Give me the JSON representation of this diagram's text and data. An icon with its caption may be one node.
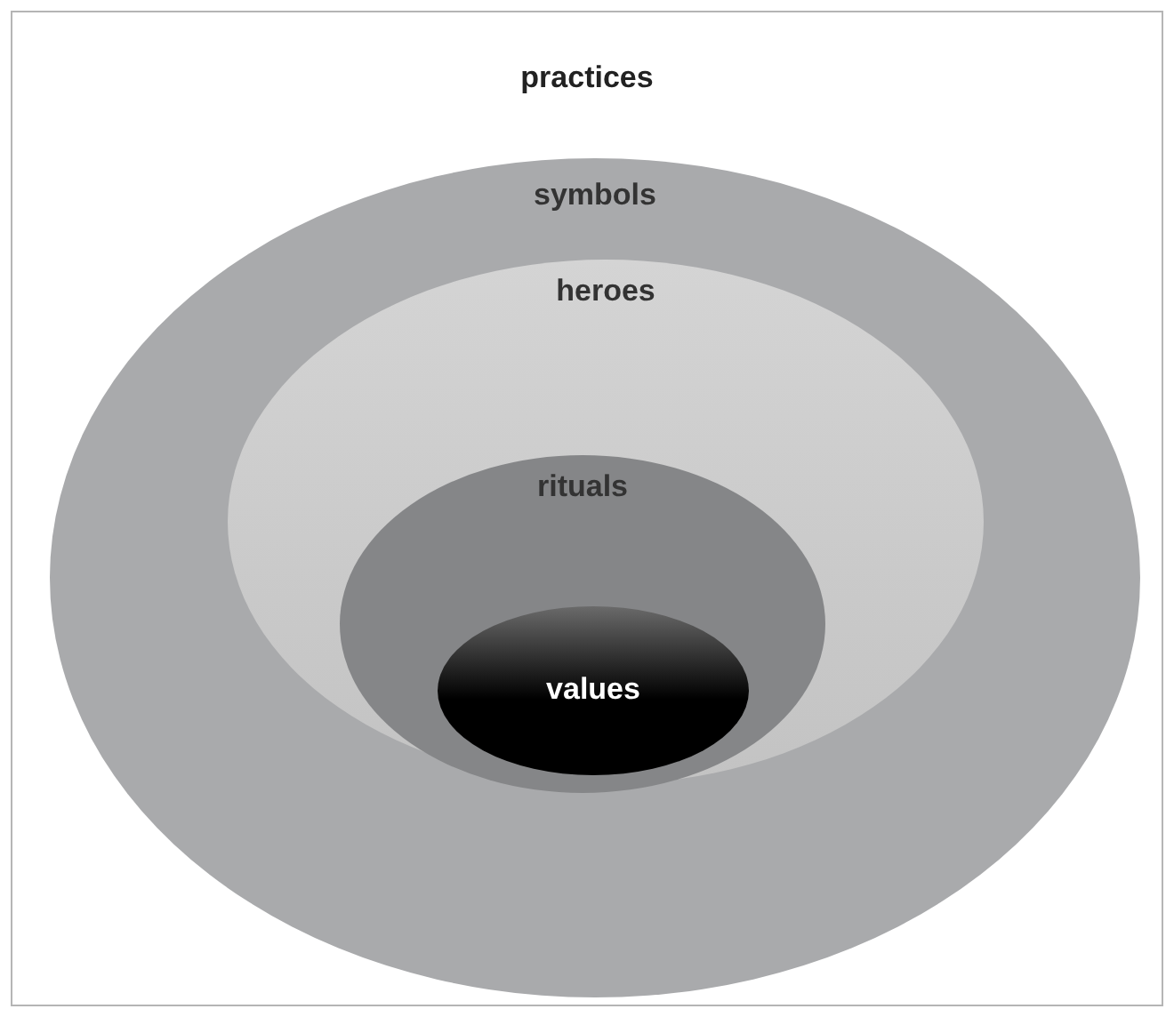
{
  "diagram": {
    "nodes": [
      {
        "text": [
          "practices"
        ]
      },
      {
        "text": [
          "symbols"
        ],
        "in": 0
      },
      {
        "text": [
          "heroes"
        ],
        "in": 1
      },
      {
        "text": [
          "rituals"
        ],
        "in": 2
      },
      {
        "text": [
          "values"
        ],
        "in": 3
      }
    ]
  }
}
